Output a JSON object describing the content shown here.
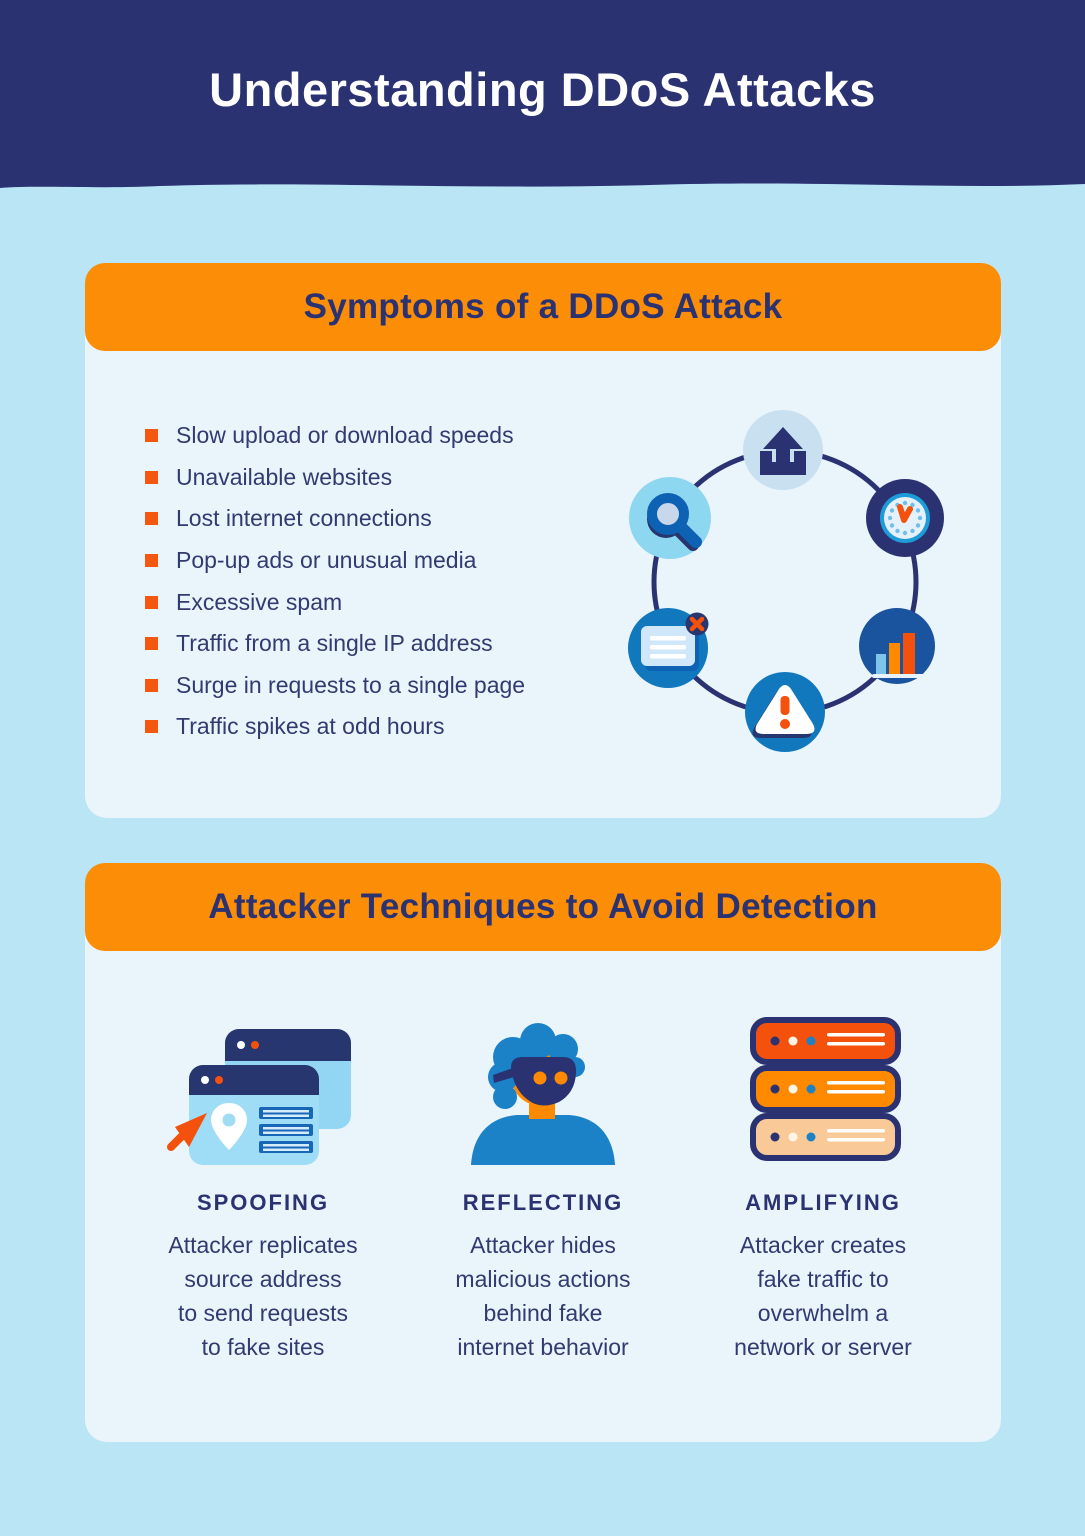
{
  "header": {
    "title": "Understanding DDoS Attacks"
  },
  "symptoms": {
    "title": "Symptoms of a DDoS Attack",
    "items": [
      "Slow upload or download speeds",
      "Unavailable websites",
      "Lost internet connections",
      "Pop-up ads or unusual media",
      "Excessive spam",
      "Traffic from a single IP address",
      "Surge in requests to a single page",
      "Traffic spikes at odd hours"
    ],
    "diagram_icons": [
      "upload-icon",
      "clock-icon",
      "search-icon",
      "browser-error-icon",
      "warning-icon",
      "bar-chart-icon"
    ]
  },
  "techniques": {
    "title": "Attacker Techniques to Avoid Detection",
    "columns": [
      {
        "label": "SPOOFING",
        "description": "Attacker replicates\nsource address\nto send requests\nto fake sites",
        "icon": "spoofing-browser-windows-cursor-icon"
      },
      {
        "label": "REFLECTING",
        "description": "Attacker hides\nmalicious actions\nbehind fake\ninternet behavior",
        "icon": "reflecting-masked-person-icon"
      },
      {
        "label": "AMPLIFYING",
        "description": "Attacker creates\nfake traffic to\noverwhelm a\nnetwork or server",
        "icon": "amplifying-server-stack-icon"
      }
    ]
  },
  "colors": {
    "navy": "#2b3272",
    "orange_band": "#fc8d06",
    "background": "#b9e5f5",
    "card_body": "#e9f4fb",
    "bullet_orange": "#f4570f",
    "body_text": "#333a70",
    "accent_red_orange": "#f4510c",
    "accent_orange": "#ff8a00",
    "bright_blue": "#1178be",
    "deep_blue": "#1a549e",
    "light_blue": "#8ed7f0"
  }
}
